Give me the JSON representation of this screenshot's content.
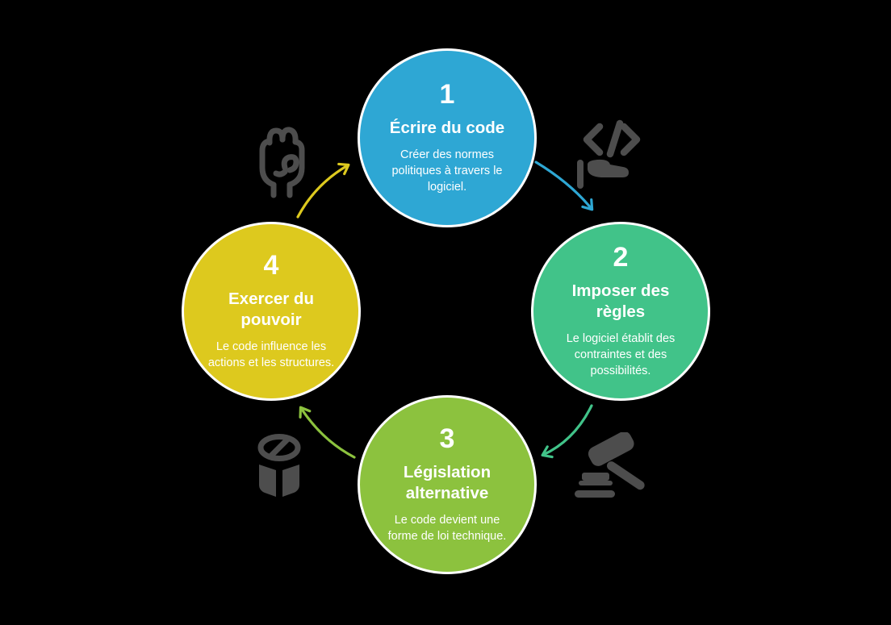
{
  "canvas": {
    "background": "#000000",
    "icon_color": "#4d4d4d",
    "circle_border_color": "#ffffff",
    "text_color": "#ffffff"
  },
  "steps": [
    {
      "number": "1",
      "title": "Écrire du code",
      "description": "Créer des normes politiques à travers le logiciel.",
      "color": "#2ea7d4"
    },
    {
      "number": "2",
      "title": "Imposer des règles",
      "description": "Le logiciel établit des contraintes et des possibilités.",
      "color": "#41c389"
    },
    {
      "number": "3",
      "title": "Législation alternative",
      "description": "Le code devient une forme de loi technique.",
      "color": "#8cc23e"
    },
    {
      "number": "4",
      "title": "Exercer du pouvoir",
      "description": "Le code influence les actions et les structures.",
      "color": "#ddc91e"
    }
  ],
  "icons": {
    "top_left": "fist-icon",
    "top_right": "code-hand-icon",
    "bottom_right": "gavel-icon",
    "bottom_left": "box-prohibition-icon"
  },
  "arrows": [
    {
      "from": "1",
      "to": "2",
      "color": "#2ea7d4"
    },
    {
      "from": "2",
      "to": "3",
      "color": "#41c389"
    },
    {
      "from": "3",
      "to": "4",
      "color": "#8cc23e"
    },
    {
      "from": "4",
      "to": "1",
      "color": "#ddc91e"
    }
  ]
}
